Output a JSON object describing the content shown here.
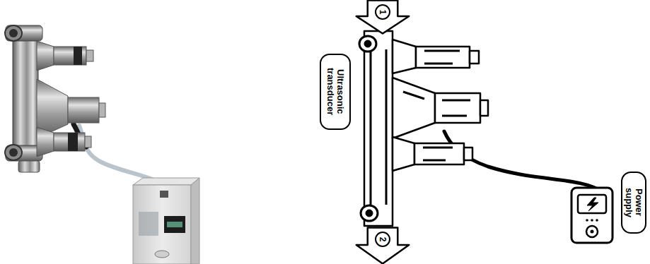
{
  "diagram": {
    "nodes": [
      {
        "text": [
          "1"
        ]
      },
      {
        "text": [
          "Ultrasonic transducer"
        ]
      },
      {
        "text": [
          "2"
        ]
      },
      {
        "text": [
          "Power supply"
        ]
      }
    ]
  }
}
